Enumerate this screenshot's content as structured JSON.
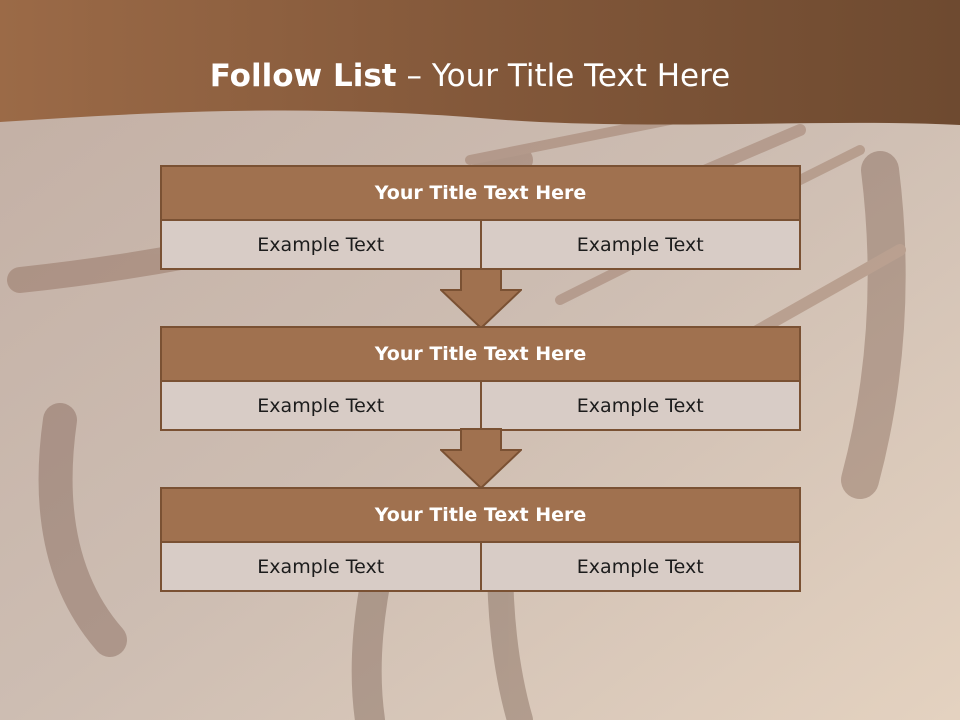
{
  "slide": {
    "title_bold": "Follow List",
    "title_rest": " – Your Title Text Here"
  },
  "blocks": [
    {
      "title": "Your Title Text Here",
      "left": "Example Text",
      "right": "Example Text"
    },
    {
      "title": "Your Title Text Here",
      "left": "Example Text",
      "right": "Example Text"
    },
    {
      "title": "Your Title Text Here",
      "left": "Example Text",
      "right": "Example Text"
    }
  ],
  "colors": {
    "header_band": "#8a5a39",
    "block_title": "#a0714f",
    "block_border": "#7a5133",
    "cell": "#d8ccc6",
    "arrow": "#a0714f"
  }
}
